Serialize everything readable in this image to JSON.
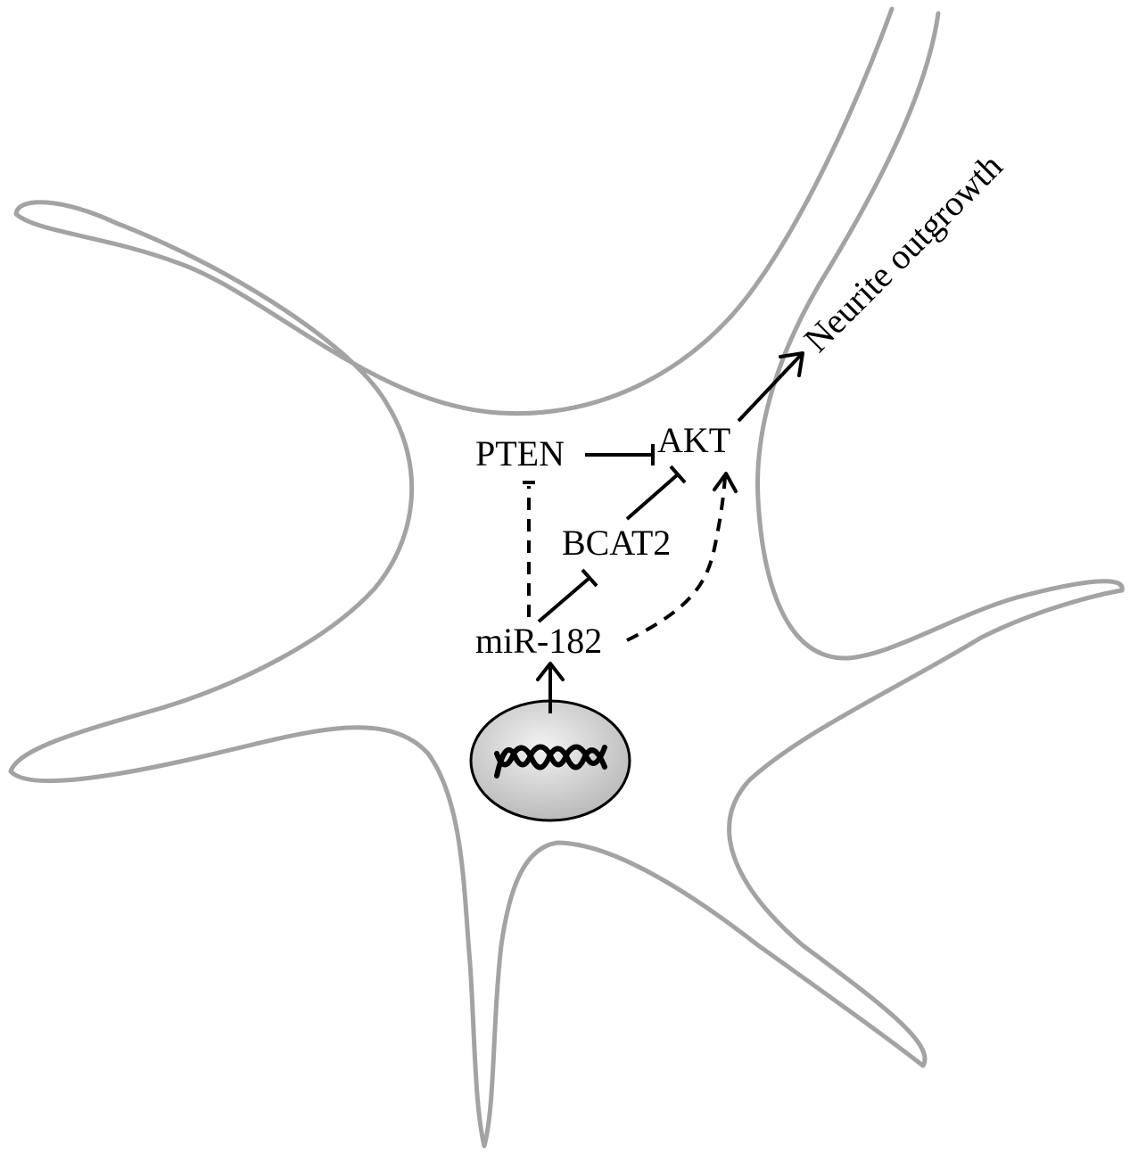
{
  "nodes": {
    "pten": "PTEN",
    "akt": "AKT",
    "bcat2": "BCAT2",
    "mir182": "miR-182",
    "outcome": "Neurite outgrowth"
  },
  "colors": {
    "cell_outline": "#a3a3a3",
    "nucleus_fill_light": "#f2f2f2",
    "nucleus_fill_dark": "#b8b8b8",
    "arrows": "#000000"
  },
  "edges": [
    {
      "from": "PTEN",
      "to": "AKT",
      "type": "inhibition",
      "style": "solid"
    },
    {
      "from": "BCAT2",
      "to": "AKT",
      "type": "inhibition",
      "style": "solid"
    },
    {
      "from": "miR-182",
      "to": "BCAT2",
      "type": "inhibition",
      "style": "solid"
    },
    {
      "from": "miR-182",
      "to": "PTEN",
      "type": "inhibition",
      "style": "dashed"
    },
    {
      "from": "miR-182",
      "to": "AKT",
      "type": "activation",
      "style": "dashed"
    },
    {
      "from": "AKT",
      "to": "Neurite outgrowth",
      "type": "activation",
      "style": "solid"
    },
    {
      "from": "nucleus",
      "to": "miR-182",
      "type": "activation",
      "style": "solid"
    }
  ],
  "icons": {
    "nucleus": "dna-helix-icon"
  }
}
